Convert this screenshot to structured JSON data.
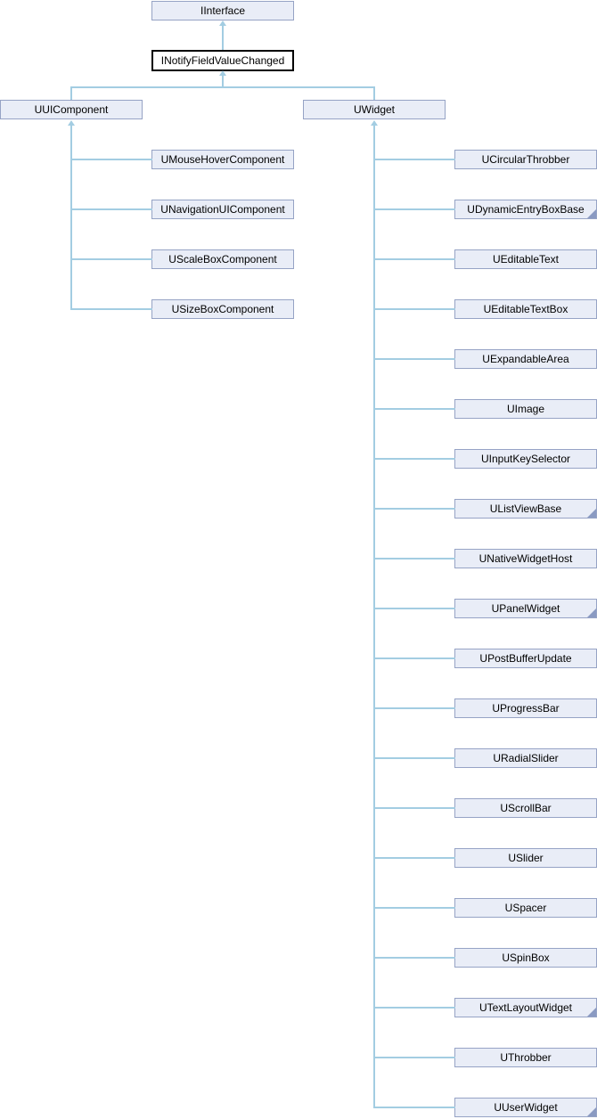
{
  "diagram": {
    "type": "class-inheritance-graph",
    "root": {
      "label": "IInterface"
    },
    "current": {
      "label": "INotifyFieldValueChanged"
    },
    "left_branch": {
      "parent": {
        "label": "UUIComponent"
      },
      "children": [
        {
          "label": "UMouseHoverComponent",
          "has_derived": false
        },
        {
          "label": "UNavigationUIComponent",
          "has_derived": false
        },
        {
          "label": "UScaleBoxComponent",
          "has_derived": false
        },
        {
          "label": "USizeBoxComponent",
          "has_derived": false
        }
      ]
    },
    "right_branch": {
      "parent": {
        "label": "UWidget"
      },
      "children": [
        {
          "label": "UCircularThrobber",
          "has_derived": false
        },
        {
          "label": "UDynamicEntryBoxBase",
          "has_derived": true
        },
        {
          "label": "UEditableText",
          "has_derived": false
        },
        {
          "label": "UEditableTextBox",
          "has_derived": false
        },
        {
          "label": "UExpandableArea",
          "has_derived": false
        },
        {
          "label": "UImage",
          "has_derived": false
        },
        {
          "label": "UInputKeySelector",
          "has_derived": false
        },
        {
          "label": "UListViewBase",
          "has_derived": true
        },
        {
          "label": "UNativeWidgetHost",
          "has_derived": false
        },
        {
          "label": "UPanelWidget",
          "has_derived": true
        },
        {
          "label": "UPostBufferUpdate",
          "has_derived": false
        },
        {
          "label": "UProgressBar",
          "has_derived": false
        },
        {
          "label": "URadialSlider",
          "has_derived": false
        },
        {
          "label": "UScrollBar",
          "has_derived": false
        },
        {
          "label": "USlider",
          "has_derived": false
        },
        {
          "label": "USpacer",
          "has_derived": false
        },
        {
          "label": "USpinBox",
          "has_derived": false
        },
        {
          "label": "UTextLayoutWidget",
          "has_derived": true
        },
        {
          "label": "UThrobber",
          "has_derived": false
        },
        {
          "label": "UUserWidget",
          "has_derived": true
        }
      ]
    },
    "colors": {
      "node_fill": "#E9EDF7",
      "node_border": "#96A3C5",
      "current_border": "#000000",
      "edge": "#A3CDE2",
      "fold_marker": "#8A9AC2",
      "background": "#FFFFFF"
    }
  }
}
